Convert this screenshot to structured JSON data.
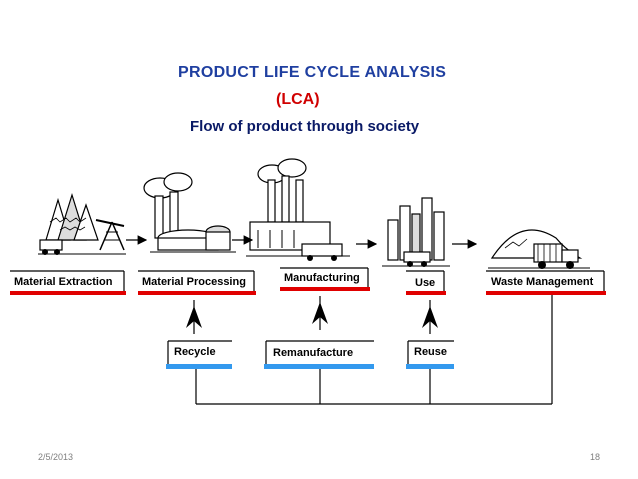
{
  "title": {
    "line1": "PRODUCT LIFE CYCLE ANALYSIS",
    "line2": "(LCA)",
    "line3": "Flow of product through society"
  },
  "stages": [
    {
      "label": "Material Extraction"
    },
    {
      "label": "Material Processing"
    },
    {
      "label": "Manufacturing"
    },
    {
      "label": "Use"
    },
    {
      "label": "Waste Management"
    }
  ],
  "loops": [
    {
      "label": "Recycle"
    },
    {
      "label": "Remanufacture"
    },
    {
      "label": "Reuse"
    }
  ],
  "footer": {
    "date": "2/5/2013",
    "page": "18"
  },
  "colors": {
    "title_blue": "#1f3fa0",
    "title_red": "#d00000",
    "accent_red": "#e00000",
    "accent_blue": "#3399ee"
  }
}
